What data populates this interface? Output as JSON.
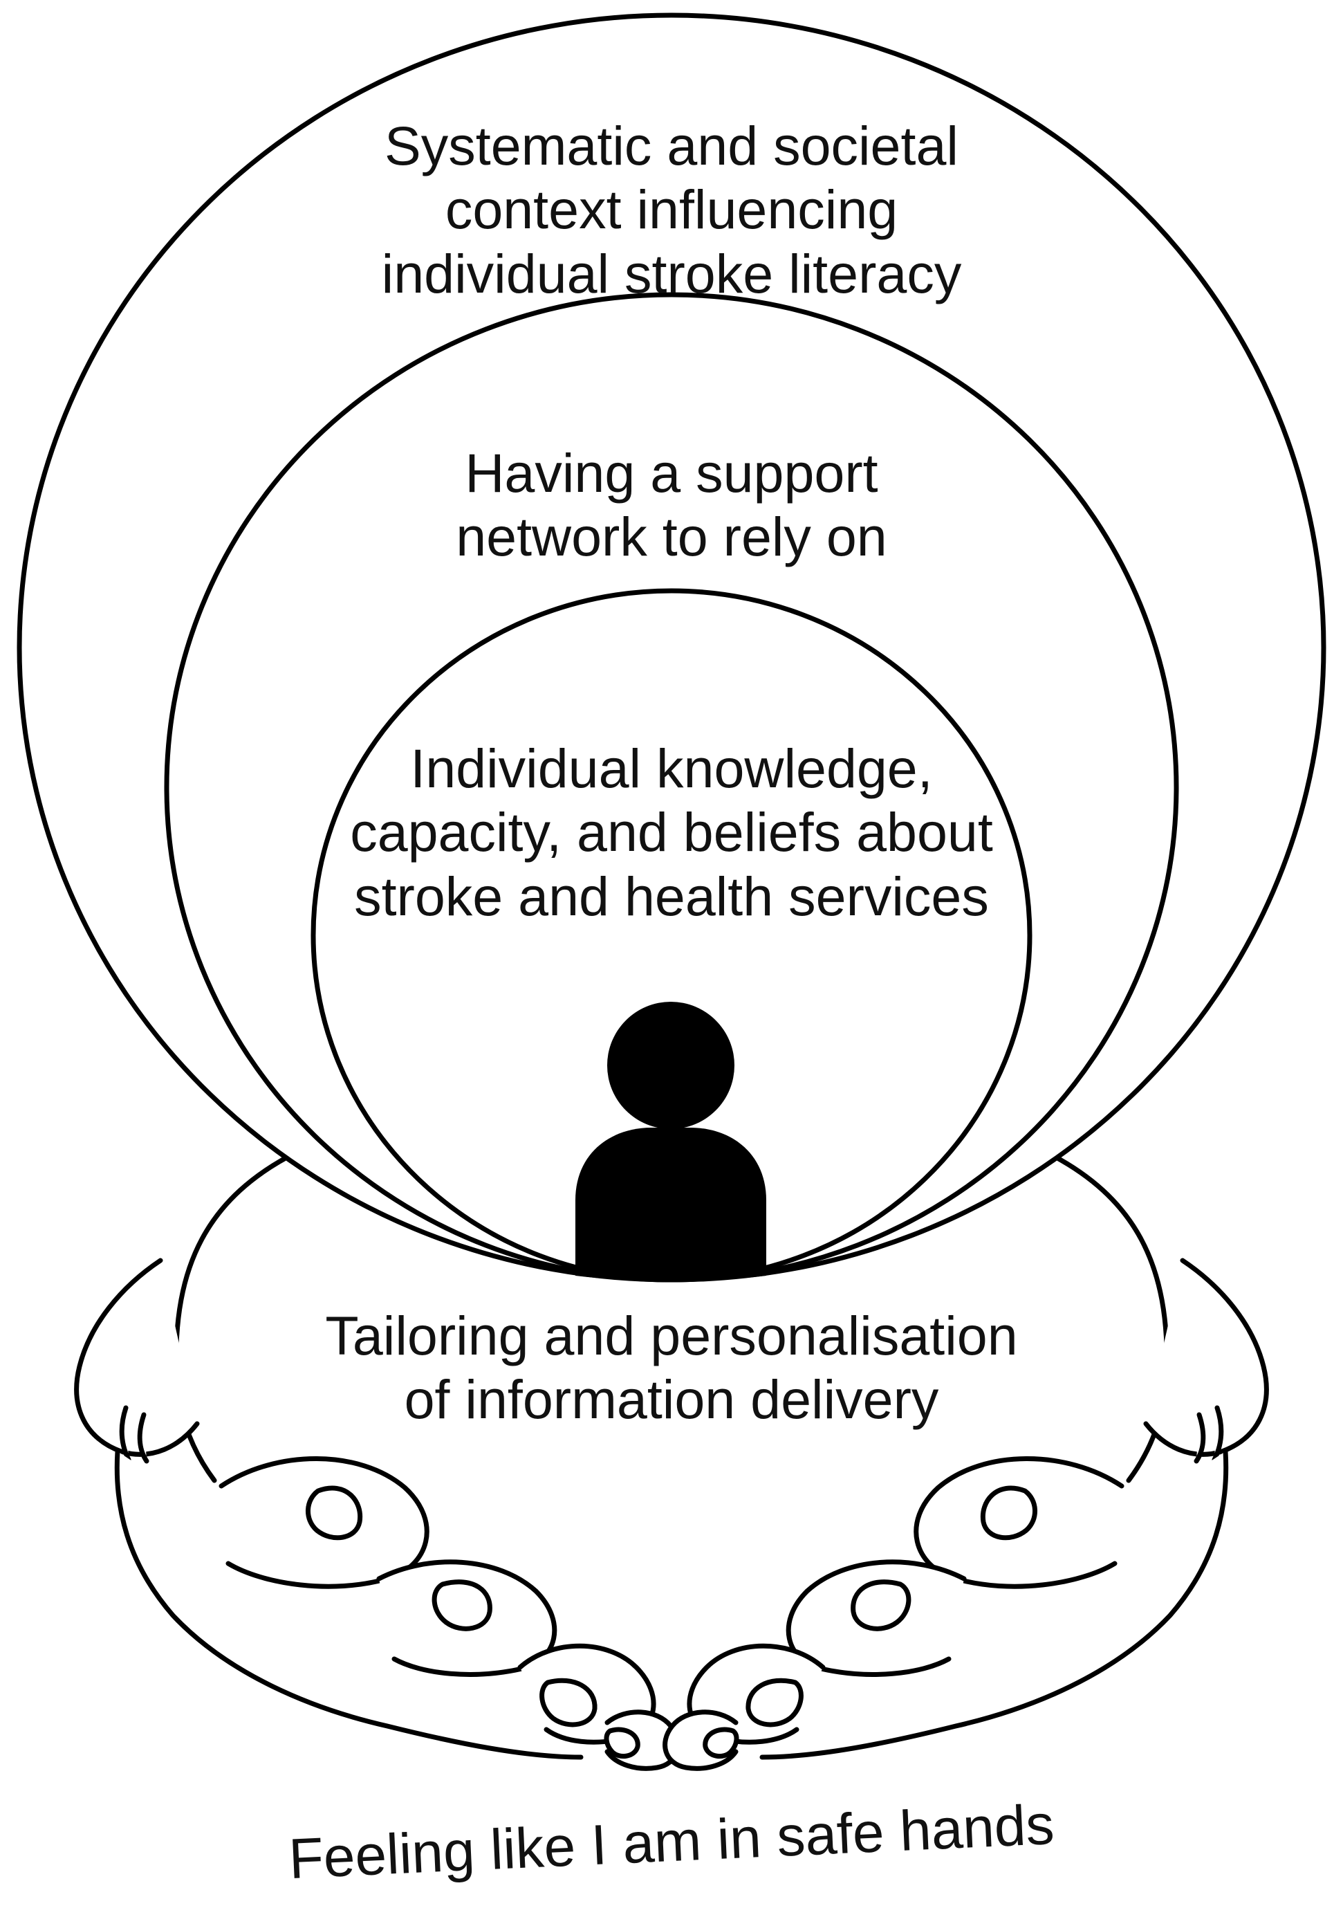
{
  "diagram": {
    "levels": [
      {
        "id": "outer",
        "lines": [
          "Systematic and societal",
          "context influencing",
          "individual stroke literacy"
        ]
      },
      {
        "id": "middle",
        "lines": [
          "Having a support",
          "network to rely on"
        ]
      },
      {
        "id": "inner",
        "lines": [
          "Individual knowledge,",
          "capacity, and beliefs about",
          "stroke and health services"
        ]
      }
    ],
    "hands": {
      "lines": [
        "Tailoring and personalisation",
        "of information delivery"
      ]
    },
    "caption": "Feeling like I am in safe hands",
    "icons": [
      "person-icon",
      "cupped-hands-icon"
    ],
    "colors": {
      "line": "#000000",
      "background": "#ffffff"
    }
  }
}
